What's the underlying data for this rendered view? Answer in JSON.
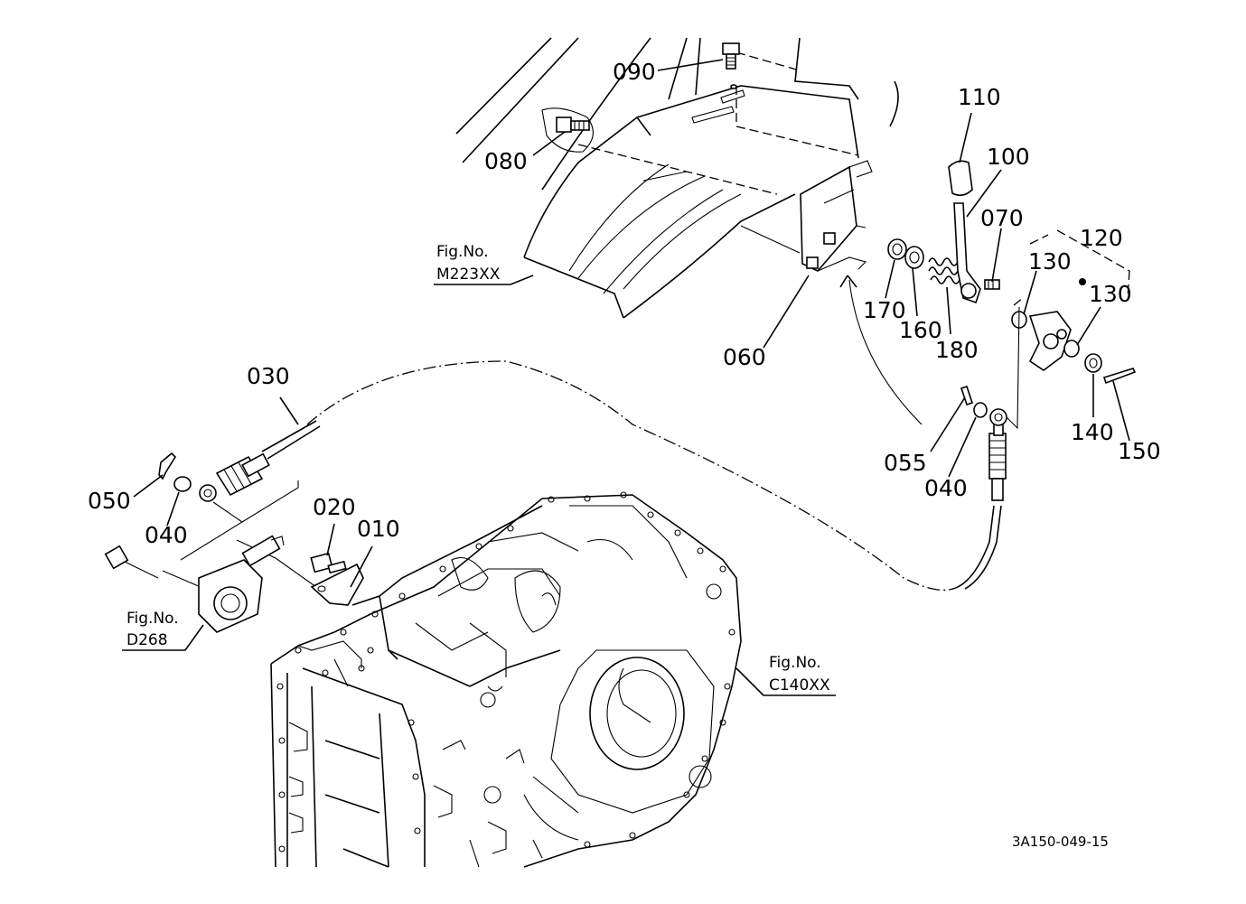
{
  "parts": {
    "p010": "010",
    "p020": "020",
    "p030": "030",
    "p040a": "040",
    "p040b": "040",
    "p050": "050",
    "p055": "055",
    "p060": "060",
    "p070": "070",
    "p080": "080",
    "p090": "090",
    "p100": "100",
    "p110": "110",
    "p120": "120",
    "p130a": "130",
    "p130b": "130",
    "p140": "140",
    "p150": "150",
    "p160": "160",
    "p170": "170",
    "p180": "180"
  },
  "fig_refs": {
    "m223": {
      "prefix": "Fig.No.",
      "number": "M223XX"
    },
    "d268": {
      "prefix": "Fig.No.",
      "number": "D268"
    },
    "c140": {
      "prefix": "Fig.No.",
      "number": "C140XX"
    }
  },
  "drawing_code": "3A150-049-15"
}
